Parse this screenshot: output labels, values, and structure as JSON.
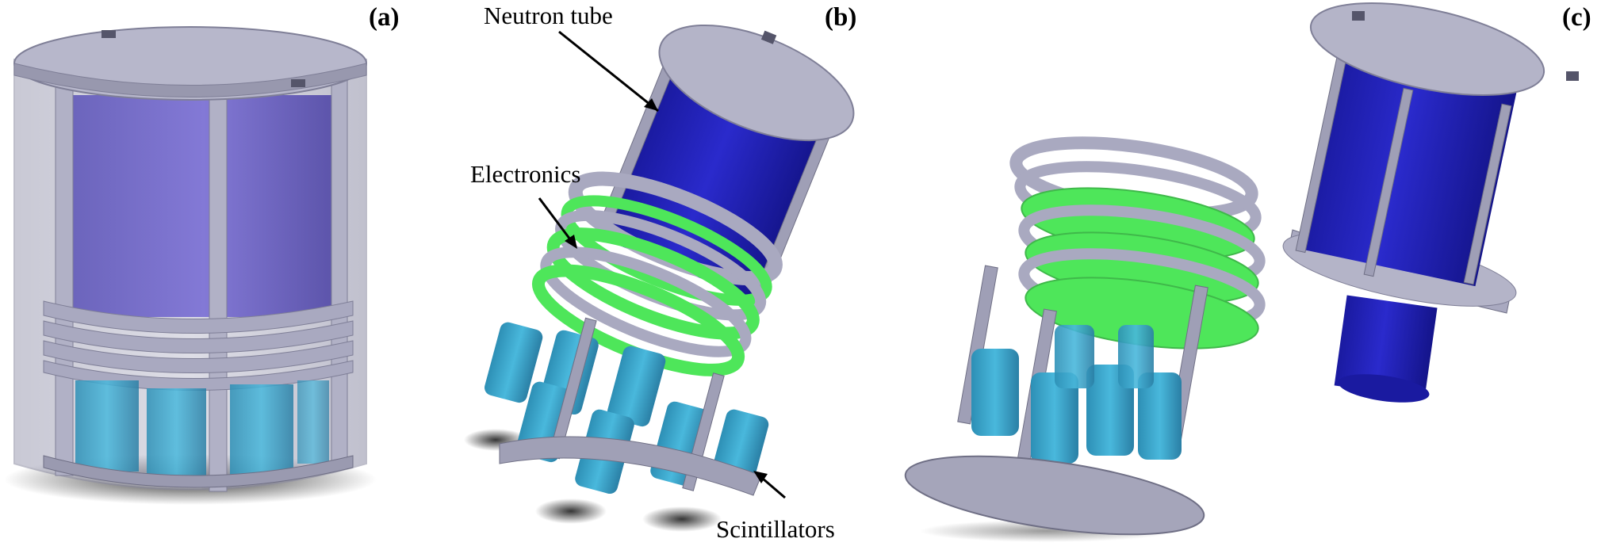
{
  "panels": [
    {
      "tag": "(a)"
    },
    {
      "tag": "(b)",
      "callouts": [
        "Neutron tube",
        "Electronics",
        "Scintillators"
      ]
    },
    {
      "tag": "(c)"
    }
  ],
  "colors": {
    "frame_gray": "#a9a9c0",
    "frame_dark": "#7f7f97",
    "neutron_tube_blue": "#2222bb",
    "neutron_tube_violet": "#7c72cc",
    "electronics_green": "#4ee65a",
    "scintillator_cyan": "#3aa8d0",
    "shadow": "#333333"
  }
}
